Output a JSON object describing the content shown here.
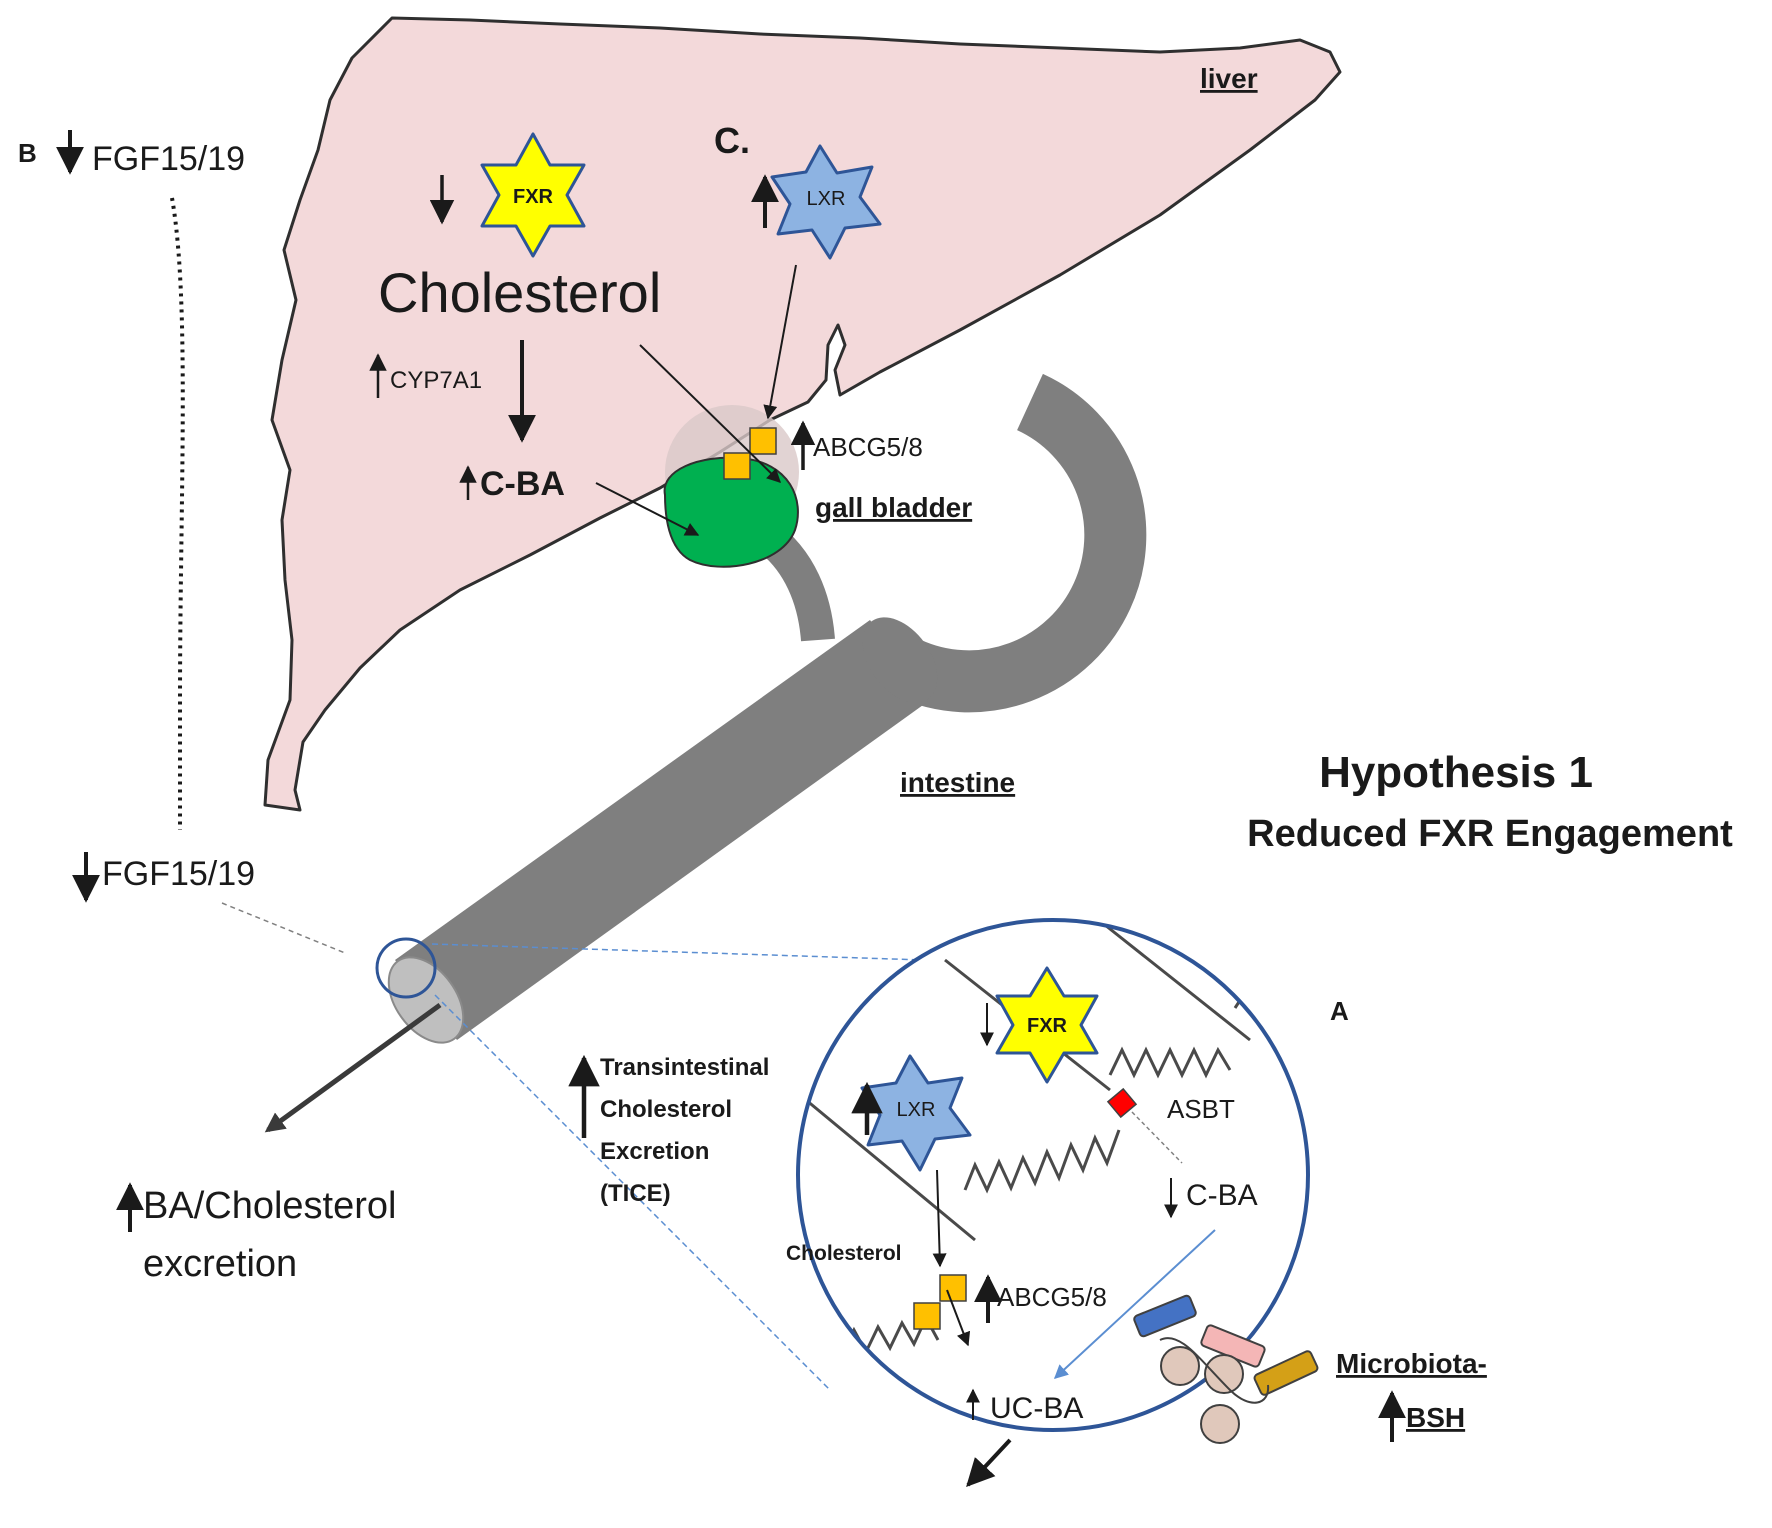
{
  "panel_labels": {
    "a": "A",
    "b": "B"
  },
  "title": {
    "main": "Hypothesis 1",
    "sub": "Reduced FXR Engagement"
  },
  "organs": {
    "liver": "liver",
    "gall_bladder": "gall bladder",
    "intestine": "intestine"
  },
  "liver": {
    "fxr": "FXR",
    "lxr": "LXR",
    "c_label": "C.",
    "cholesterol": "Cholesterol",
    "cyp7a1": "CYP7A1",
    "cba": "C-BA",
    "abcg58": "ABCG5/8"
  },
  "left": {
    "fgf_top": "FGF15/19",
    "fgf_mid": "FGF15/19",
    "excretion_line1": "BA/Cholesterol",
    "excretion_line2": "excretion"
  },
  "tice": {
    "line1": "Transintestinal",
    "line2": "Cholesterol",
    "line3": "Excretion",
    "line4": "(TICE)"
  },
  "inset": {
    "fxr": "FXR",
    "lxr": "LXR",
    "asbt": "ASBT",
    "cba": "C-BA",
    "cholesterol": "Cholesterol",
    "abcg58": "ABCG5/8",
    "ucba": "UC-BA",
    "microbiota": "Microbiota-",
    "bsh": "BSH"
  },
  "colors": {
    "liver_fill": "#f3d9da",
    "outline": "#2f2f2f",
    "intestine": "#7f7f7f",
    "gallbladder_green": "#00b050",
    "fxr_yellow": "#ffff00",
    "lxr_blue": "#8db3e2",
    "star_outline": "#2e5597",
    "transporter_orange": "#ffc000",
    "asbt_red": "#ff0000",
    "inset_circle": "#2e5597"
  },
  "icons": [
    "up-arrow-icon",
    "down-arrow-icon",
    "fxr-star-icon",
    "lxr-star-icon",
    "transporter-icon",
    "bacteria-icon"
  ]
}
